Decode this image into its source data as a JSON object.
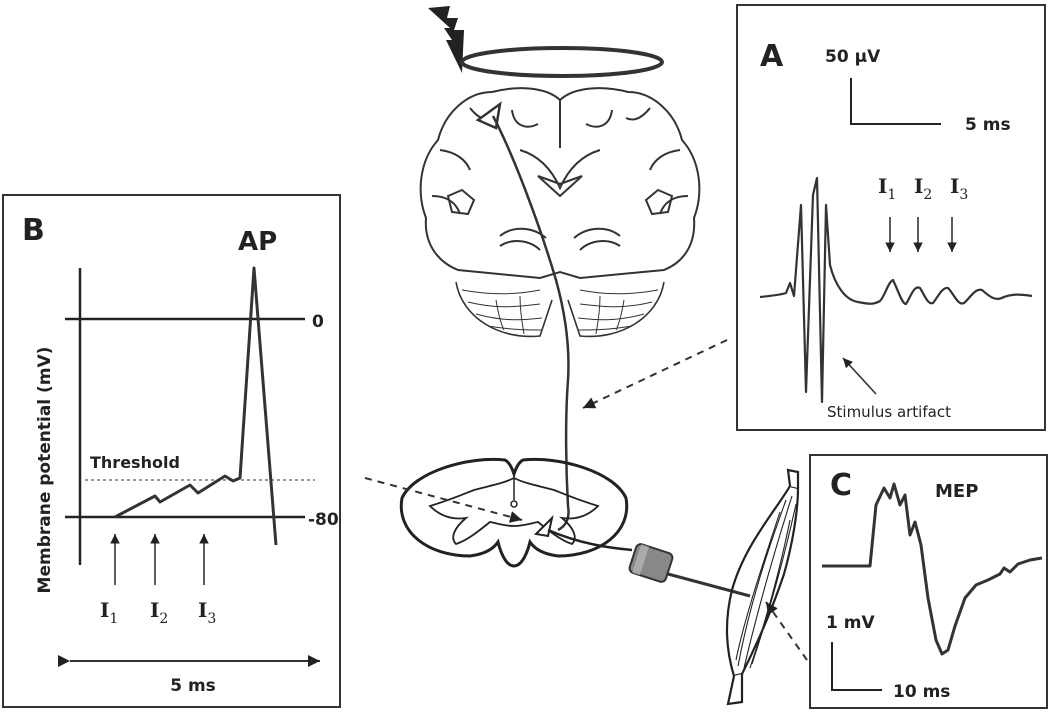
{
  "panel_a": {
    "letter": "A",
    "scale_amplitude": "50 µV",
    "scale_time": "5 ms",
    "wave_labels": [
      {
        "base": "I",
        "sub": "1"
      },
      {
        "base": "I",
        "sub": "2"
      },
      {
        "base": "I",
        "sub": "3"
      }
    ],
    "artifact_label": "Stimulus artifact"
  },
  "panel_b": {
    "letter": "B",
    "ap_label": "AP",
    "ylabel": "Membrane potential (mV)",
    "tick_zero": "0",
    "tick_rest": "-80",
    "threshold_label": "Threshold",
    "input_labels": [
      {
        "base": "I",
        "sub": "1"
      },
      {
        "base": "I",
        "sub": "2"
      },
      {
        "base": "I",
        "sub": "3"
      }
    ],
    "duration_label": "5 ms"
  },
  "panel_c": {
    "letter": "C",
    "title": "MEP",
    "scale_amplitude": "1 mV",
    "scale_time": "10 ms"
  },
  "colors": {
    "ink": "#222222",
    "threshold": "#777777"
  },
  "icons": {
    "stimulator": "lightning-bolt-icon",
    "coil": "tms-coil-icon",
    "brain": "brain-coronal-section",
    "spinal_cord": "spinal-cord-section",
    "electrode": "recording-electrode-icon",
    "muscle": "muscle-icon"
  }
}
